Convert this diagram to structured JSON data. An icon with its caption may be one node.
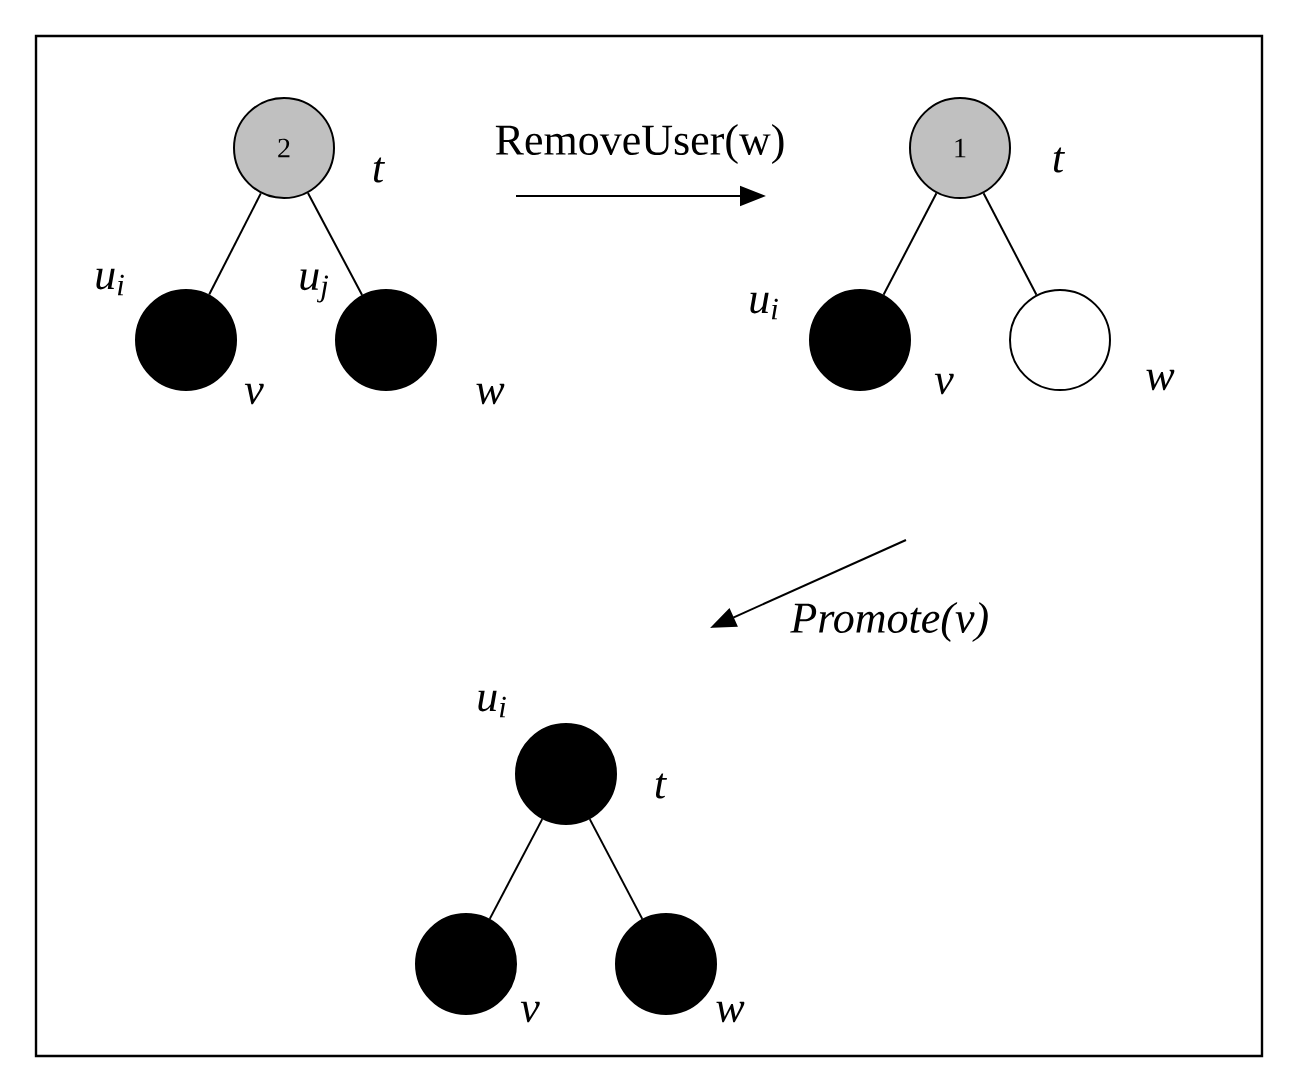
{
  "diagram": {
    "nodes": [
      {
        "text": [
          "2"
        ],
        "beside": [
          "t"
        ]
      },
      {
        "text": [],
        "shape": "circle",
        "beside": [
          "u$_{i}$",
          "v"
        ]
      },
      {
        "text": [],
        "shape": "circle",
        "beside": [
          "u$_{j}$",
          "w"
        ]
      },
      {
        "text": [
          "1"
        ],
        "beside": [
          "t"
        ]
      },
      {
        "text": [],
        "shape": "circle",
        "beside": [
          "u$_{i}$",
          "v"
        ]
      },
      {
        "text": [],
        "shape": "circle",
        "beside": [
          "w"
        ]
      },
      {
        "text": [],
        "shape": "circle",
        "beside": [
          "u$_{i}$",
          "t"
        ]
      },
      {
        "text": [],
        "shape": "circle",
        "beside": [
          "v"
        ]
      },
      {
        "text": [],
        "shape": "circle",
        "beside": [
          "w"
        ]
      }
    ],
    "edges": [
      {
        "from": 0,
        "to": 1,
        "arrow": "none"
      },
      {
        "from": 0,
        "to": 2,
        "arrow": "none"
      },
      {
        "from": 3,
        "to": 4,
        "arrow": "none"
      },
      {
        "from": 3,
        "to": 5,
        "arrow": "none"
      },
      {
        "from": 6,
        "to": 7,
        "arrow": "none"
      },
      {
        "from": 6,
        "to": 8,
        "arrow": "none"
      }
    ],
    "labels": [
      "RemoveUser(w)",
      "Promote(v)"
    ]
  }
}
